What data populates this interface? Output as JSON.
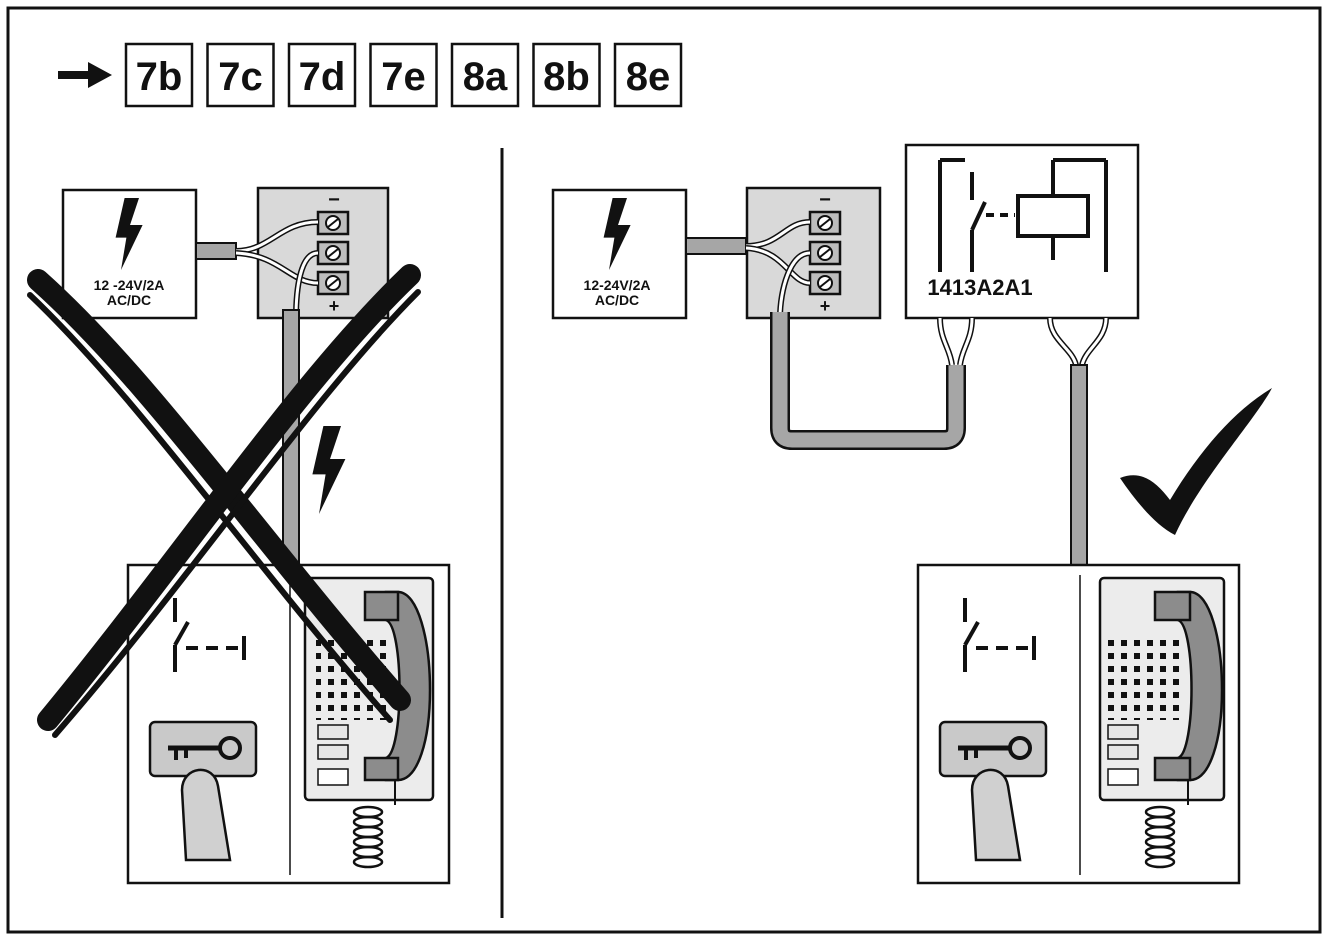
{
  "header": {
    "steps": [
      "7b",
      "7c",
      "7d",
      "7e",
      "8a",
      "8b",
      "8e"
    ]
  },
  "left_panel": {
    "psu": {
      "voltage": "12 -24V/2A",
      "current_type": "AC/DC"
    },
    "terminal": {
      "minus": "−",
      "plus": "+"
    }
  },
  "right_panel": {
    "psu": {
      "voltage": "12-24V/2A",
      "current_type": "AC/DC"
    },
    "terminal": {
      "minus": "−",
      "plus": "+"
    },
    "relay": {
      "model": "1413A2A1"
    }
  },
  "colors": {
    "ink": "#111111",
    "cable": "#a6a6a6",
    "terminal_bg": "#d9d9d9",
    "button_bg": "#c9c9c9",
    "handset": "#8c8c8c"
  }
}
